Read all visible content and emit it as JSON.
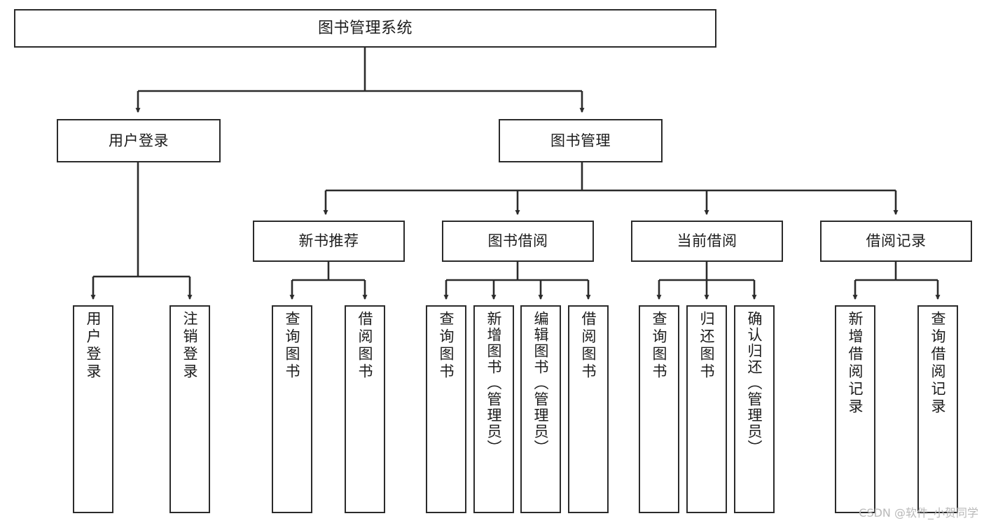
{
  "diagram": {
    "title": "图书管理系统",
    "type": "tree-hierarchy-chart",
    "root": {
      "id": "root",
      "label": "图书管理系统"
    },
    "level2": [
      {
        "id": "user-login",
        "label": "用户登录"
      },
      {
        "id": "book-manage",
        "label": "图书管理"
      }
    ],
    "level3": [
      {
        "id": "new-book-recommend",
        "label": "新书推荐",
        "parent": "book-manage"
      },
      {
        "id": "book-borrow",
        "label": "图书借阅",
        "parent": "book-manage"
      },
      {
        "id": "current-borrow",
        "label": "当前借阅",
        "parent": "book-manage"
      },
      {
        "id": "borrow-record",
        "label": "借阅记录",
        "parent": "book-manage"
      }
    ],
    "leaves": [
      {
        "id": "leaf-user-login",
        "label": "用户登录",
        "parent": "user-login"
      },
      {
        "id": "leaf-logout-login",
        "label": "注销登录",
        "parent": "user-login"
      },
      {
        "id": "leaf-query-book-1",
        "label": "查询图书",
        "parent": "new-book-recommend"
      },
      {
        "id": "leaf-borrow-book-1",
        "label": "借阅图书",
        "parent": "new-book-recommend"
      },
      {
        "id": "leaf-query-book-2",
        "label": "查询图书",
        "parent": "book-borrow"
      },
      {
        "id": "leaf-add-book",
        "label": "新增图书（管理员）",
        "parent": "book-borrow"
      },
      {
        "id": "leaf-edit-book",
        "label": "编辑图书（管理员）",
        "parent": "book-borrow"
      },
      {
        "id": "leaf-borrow-book-2",
        "label": "借阅图书",
        "parent": "book-borrow"
      },
      {
        "id": "leaf-query-book-3",
        "label": "查询图书",
        "parent": "current-borrow"
      },
      {
        "id": "leaf-return-book",
        "label": "归还图书",
        "parent": "current-borrow"
      },
      {
        "id": "leaf-confirm-return",
        "label": "确认归还（管理员）",
        "parent": "current-borrow"
      },
      {
        "id": "leaf-add-record",
        "label": "新增借阅记录",
        "parent": "borrow-record"
      },
      {
        "id": "leaf-query-record",
        "label": "查询借阅记录",
        "parent": "borrow-record"
      }
    ],
    "colors": {
      "box_border": "#2b2b2b",
      "box_fill": "#ffffff",
      "edge": "#2b2b2b",
      "text": "#1c1c1c",
      "background": "#ffffff",
      "watermark": "#b9b9b9"
    }
  },
  "watermark": {
    "text": "CSDN @软件_小贺同学"
  }
}
